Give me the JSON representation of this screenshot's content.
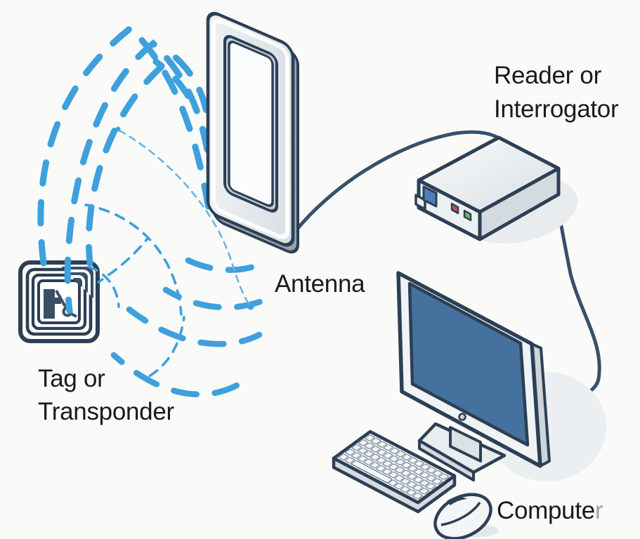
{
  "labels": {
    "reader_line1": "Reader or",
    "reader_line2": "Interrogator",
    "antenna": "Antenna",
    "tag_line1": "Tag or",
    "tag_line2": "Transponder",
    "computer_main": "Compute",
    "computer_faded": "r"
  },
  "colors": {
    "background": "#FAFAF8",
    "wave_blue": "#3EA0DC",
    "wave_light_blue": "#69B4E2",
    "outline_navy": "#2C3F54",
    "tag_navy": "#3A4F63",
    "screen_blue": "#44719E",
    "port_blue": "#4A80B6",
    "led_red": "#C14F4B",
    "led_green": "#77B564",
    "label_black": "#1A1A1A",
    "label_faded_gray": "#9BA3A9"
  },
  "components": [
    "tag-or-transponder",
    "radio-waves",
    "antenna",
    "reader-or-interrogator",
    "cable-antenna-to-reader",
    "cable-reader-to-computer",
    "computer-monitor",
    "keyboard",
    "mouse"
  ]
}
